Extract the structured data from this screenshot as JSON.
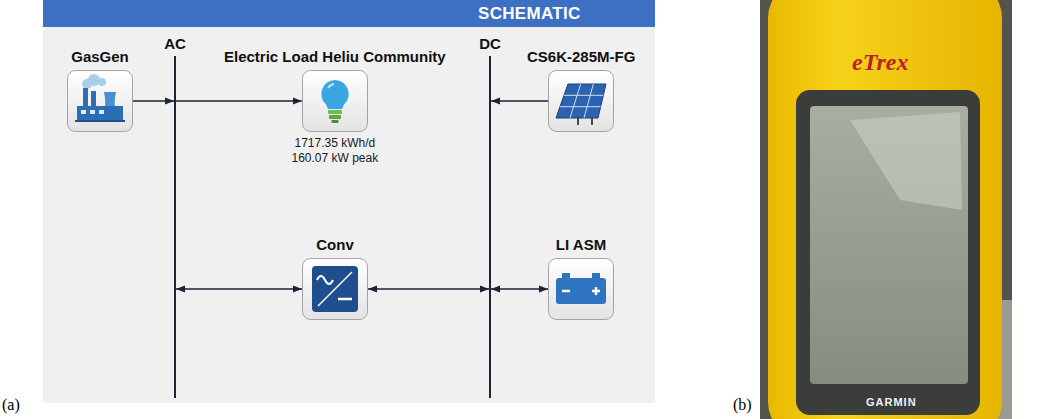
{
  "diagram": {
    "title": "SCHEMATIC",
    "nodes": [
      {
        "text": [
          "AC"
        ]
      },
      {
        "text": [
          "DC"
        ]
      },
      {
        "text": [
          "GasGen"
        ]
      },
      {
        "text": [
          "Electric Load Heliu Community",
          "1717.35 kWh/d 160.07 kW peak"
        ]
      },
      {
        "text": [
          "CS6K-285M-FG"
        ]
      },
      {
        "text": [
          "Conv"
        ]
      },
      {
        "text": [
          "LI ASM"
        ]
      }
    ],
    "edges": [
      {
        "from": 2,
        "to": 0,
        "arrow": "to"
      },
      {
        "from": 0,
        "to": 3,
        "arrow": "to"
      },
      {
        "from": 4,
        "to": 1,
        "arrow": "to"
      },
      {
        "from": 0,
        "to": 5,
        "arrow": "both"
      },
      {
        "from": 5,
        "to": 1,
        "arrow": "both"
      },
      {
        "from": 1,
        "to": 6,
        "arrow": "both"
      }
    ],
    "labels": [
      "(a)",
      "(b)",
      "eTrex",
      "GARMIN"
    ]
  }
}
